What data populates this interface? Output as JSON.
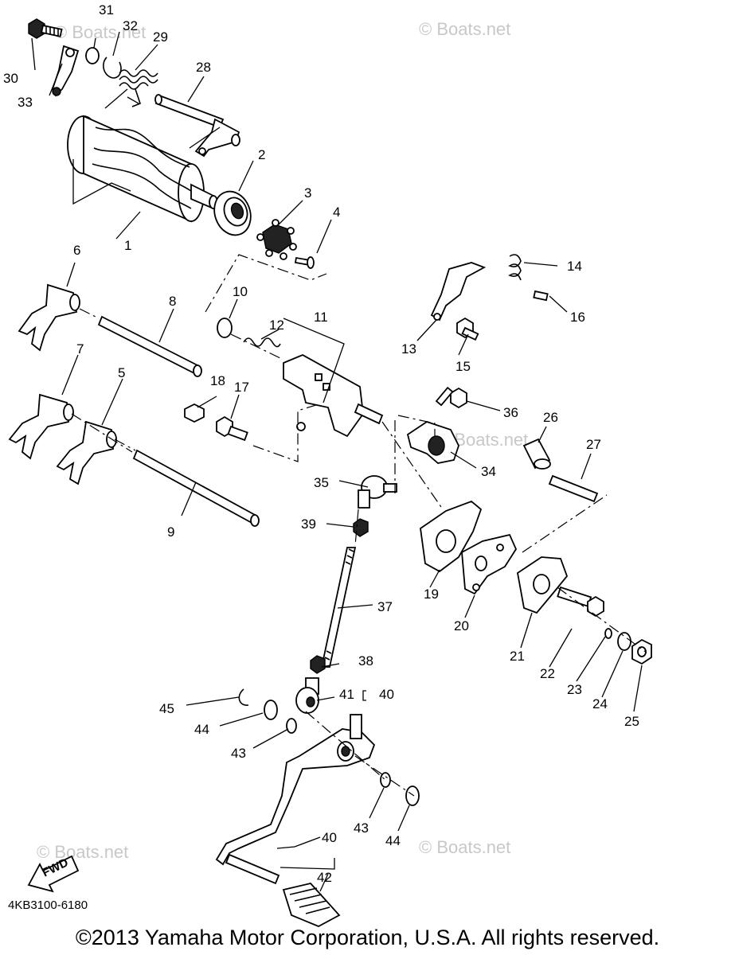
{
  "watermark": "© Boats.net",
  "diagram_code": "4KB3100-6180",
  "fwd_label": "FWD",
  "copyright": "©2013 Yamaha Motor Corporation, U.S.A. All rights reserved.",
  "callouts": {
    "c1": "1",
    "c2": "2",
    "c3": "3",
    "c4": "4",
    "c5": "5",
    "c6": "6",
    "c7": "7",
    "c8": "8",
    "c9": "9",
    "c10": "10",
    "c11": "11",
    "c12": "12",
    "c13": "13",
    "c14": "14",
    "c15": "15",
    "c16": "16",
    "c17": "17",
    "c18": "18",
    "c19": "19",
    "c20": "20",
    "c21": "21",
    "c22": "22",
    "c23": "23",
    "c24": "24",
    "c25": "25",
    "c26": "26",
    "c27": "27",
    "c28": "28",
    "c29": "29",
    "c30": "30",
    "c31": "31",
    "c32": "32",
    "c33": "33",
    "c34": "34",
    "c35": "35",
    "c36": "36",
    "c37": "37",
    "c38": "38",
    "c39": "39",
    "c40a": "40",
    "c40b": "40",
    "c41": "41",
    "c42": "42",
    "c43a": "43",
    "c43b": "43",
    "c44a": "44",
    "c44b": "44",
    "c45": "45"
  }
}
